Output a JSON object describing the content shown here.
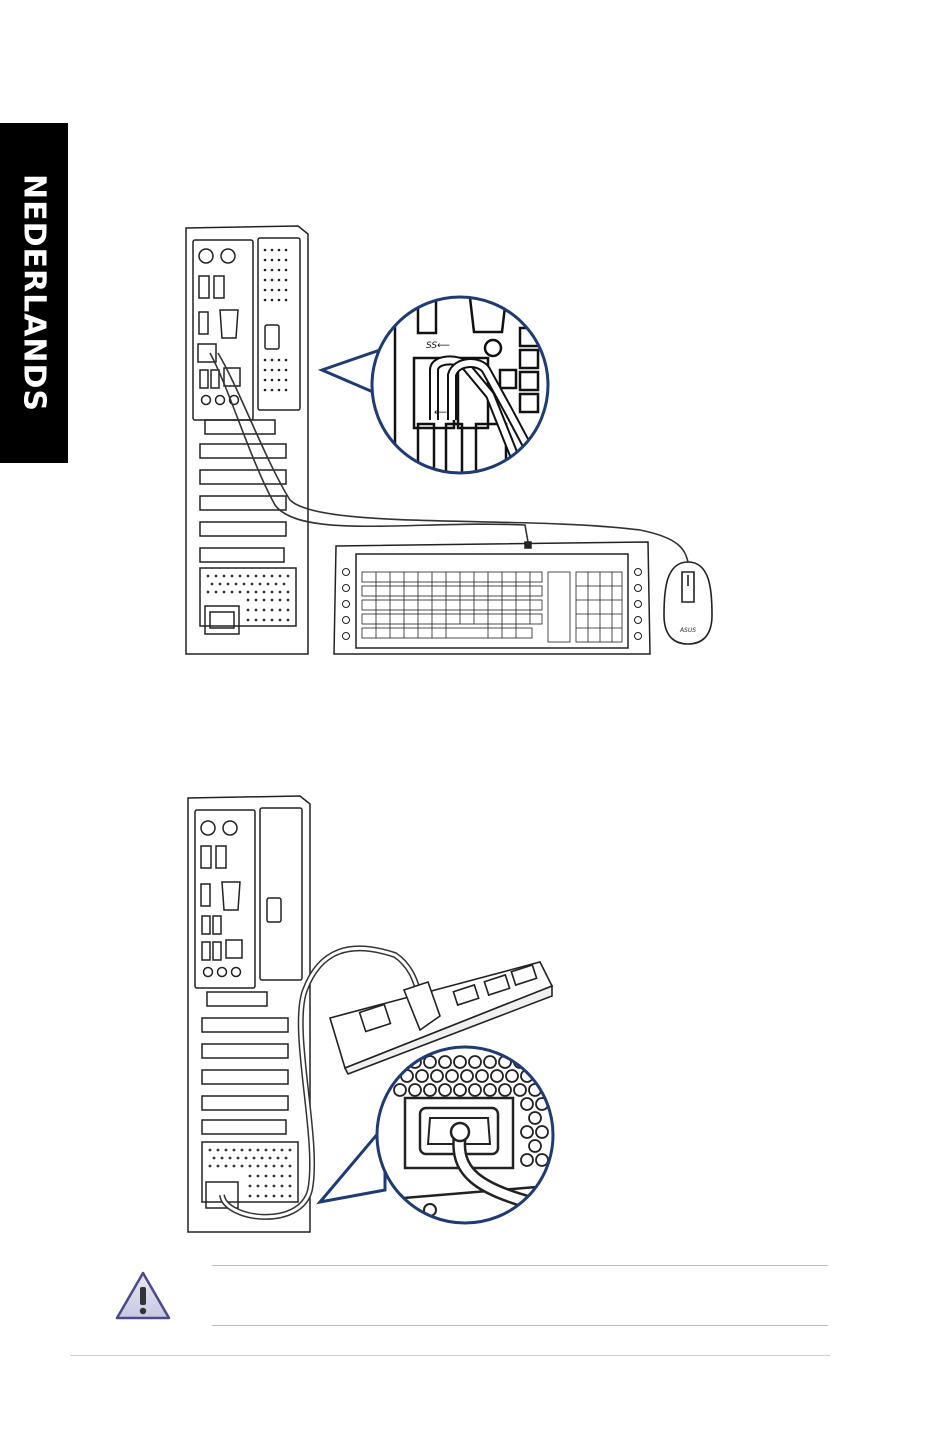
{
  "side_tab": {
    "label": "NEDERLANDS"
  },
  "figure1": {
    "zoom_port_icons": {
      "usb3": "SS⟵",
      "usb": "⟵"
    },
    "keyboard_brand": "ASUS"
  },
  "figure2": {},
  "warning": {
    "icon": "warning-triangle-icon",
    "text": ""
  },
  "colors": {
    "accent": "#1f3b73",
    "tab": "#000000"
  }
}
